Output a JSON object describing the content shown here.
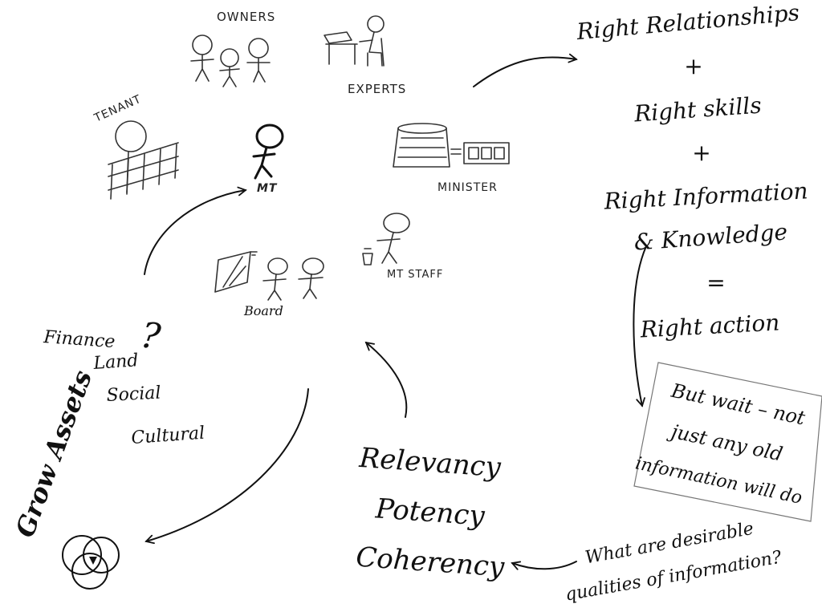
{
  "labels": {
    "owners": "OWNERS",
    "experts": "EXPERTS",
    "tenant": "TENANT",
    "minister": "MINISTER",
    "mt_staff": "MT STAFF",
    "board": "Board",
    "mt": "MT"
  },
  "equation": {
    "line1": "Right Relationships",
    "plus1": "+",
    "line2": "Right skills",
    "plus2": "+",
    "line3": "Right Information",
    "line4": "& Knowledge",
    "equals": "=",
    "line5": "Right action"
  },
  "note": {
    "line1": "But wait – not",
    "line2": "just any old",
    "line3": "information will do"
  },
  "question": {
    "line1": "What are desirable",
    "line2": "qualities of information?"
  },
  "qualities": [
    "Relevancy",
    "Potency",
    "Coherency"
  ],
  "assets": {
    "question_mark": "?",
    "items": [
      "Finance",
      "Land",
      "Social",
      "Cultural"
    ],
    "title": "Grow Assets"
  },
  "icons": [
    "owners-group-icon",
    "expert-at-desk-icon",
    "tenant-behind-fence-icon",
    "mt-person-icon",
    "minister-podium-icon",
    "mt-staff-icon",
    "board-easel-icon",
    "venn-diagram-icon"
  ]
}
